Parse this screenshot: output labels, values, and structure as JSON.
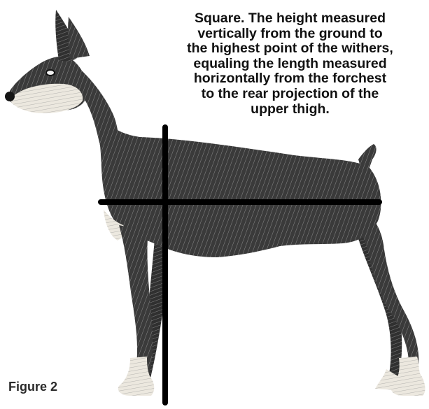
{
  "caption": "Square. The height measured\nvertically from the ground to\nthe highest point of the withers,\nequaling the length measured\nhorizontally from the forchest\nto the rear projection of the\nupper thigh.",
  "figure_label": "Figure 2",
  "subject": "doberman-pinscher-side-view-illustration",
  "colors": {
    "coat": "#2b2b2b",
    "tan": "#e6e2d8",
    "line": "#000000",
    "text": "#111111"
  }
}
